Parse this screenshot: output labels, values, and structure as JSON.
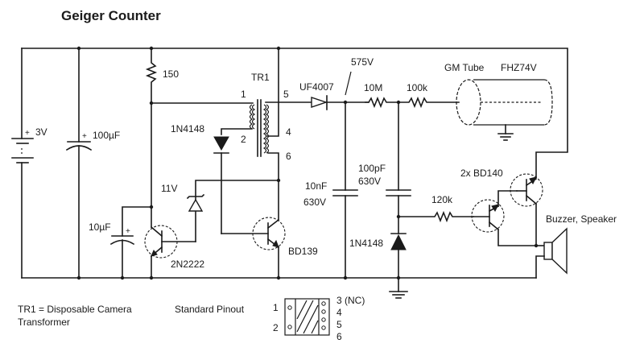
{
  "title": "Geiger Counter",
  "labels": {
    "battery": "3V",
    "cap_100uf": "100µF",
    "res_150": "150",
    "transformer": "TR1",
    "pin1": "1",
    "pin2": "2",
    "pin4": "4",
    "pin5": "5",
    "pin6": "6",
    "diode_1n4148_top": "1N4148",
    "zener": "11V",
    "cap_10uf": "10µF",
    "q_2n2222": "2N2222",
    "q_bd139": "BD139",
    "diode_uf4007": "UF4007",
    "voltage_575": "575V",
    "res_10m": "10M",
    "res_100k": "100k",
    "gm_tube": "GM Tube",
    "gm_model": "FHZ74V",
    "cap_10nf_a": "10nF",
    "cap_10nf_b": "630V",
    "cap_100pf_a": "100pF",
    "cap_100pf_b": "630V",
    "diode_1n4148_bottom": "1N4148",
    "res_120k": "120k",
    "q_bd140": "2x BD140",
    "speaker": "Buzzer, Speaker"
  },
  "notes": {
    "tr1_line1": "TR1 = Disposable Camera",
    "tr1_line2": "Transformer",
    "pinout_title": "Standard Pinout",
    "pin_left": [
      "1",
      "2"
    ],
    "pin_right": [
      "3 (NC)",
      "4",
      "5",
      "6"
    ]
  }
}
